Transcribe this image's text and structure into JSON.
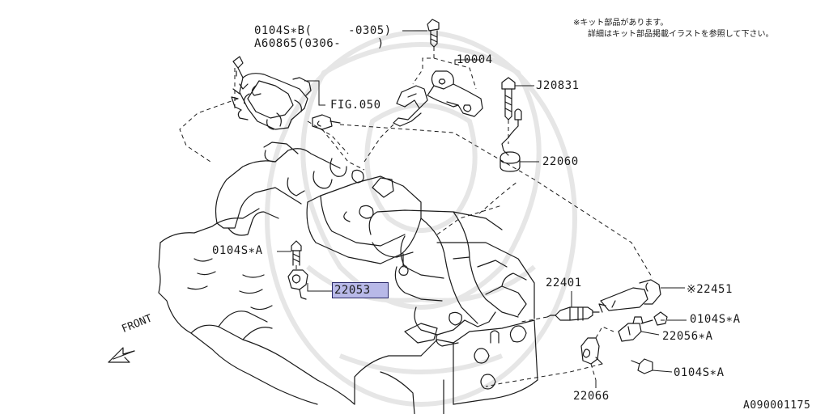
{
  "note": {
    "line1": "※キット部品があります。",
    "line2": "詳細はキット部品掲載イラストを参照して下さい。"
  },
  "callouts": {
    "c0104s_b": "0104S∗B(     -0305)",
    "ca60865": "A60865(0306-     )",
    "c10004": "10004",
    "cj20831": "J20831",
    "cfig050": "FIG.050",
    "c22060": "22060",
    "c0104s_a_left": "0104S∗A",
    "c22053": "22053",
    "c22401": "22401",
    "c22451": "※22451",
    "c0104s_a_right": "0104S∗A",
    "c22056": "22056∗A",
    "c0104s_a_bottom": "0104S∗A",
    "c22066": "22066"
  },
  "front_label": "FRONT",
  "diagram_id": "A090001175",
  "colors": {
    "line": "#1a1a1a",
    "highlight": "#b8b9e8",
    "watermark": "#e4e4e4"
  }
}
